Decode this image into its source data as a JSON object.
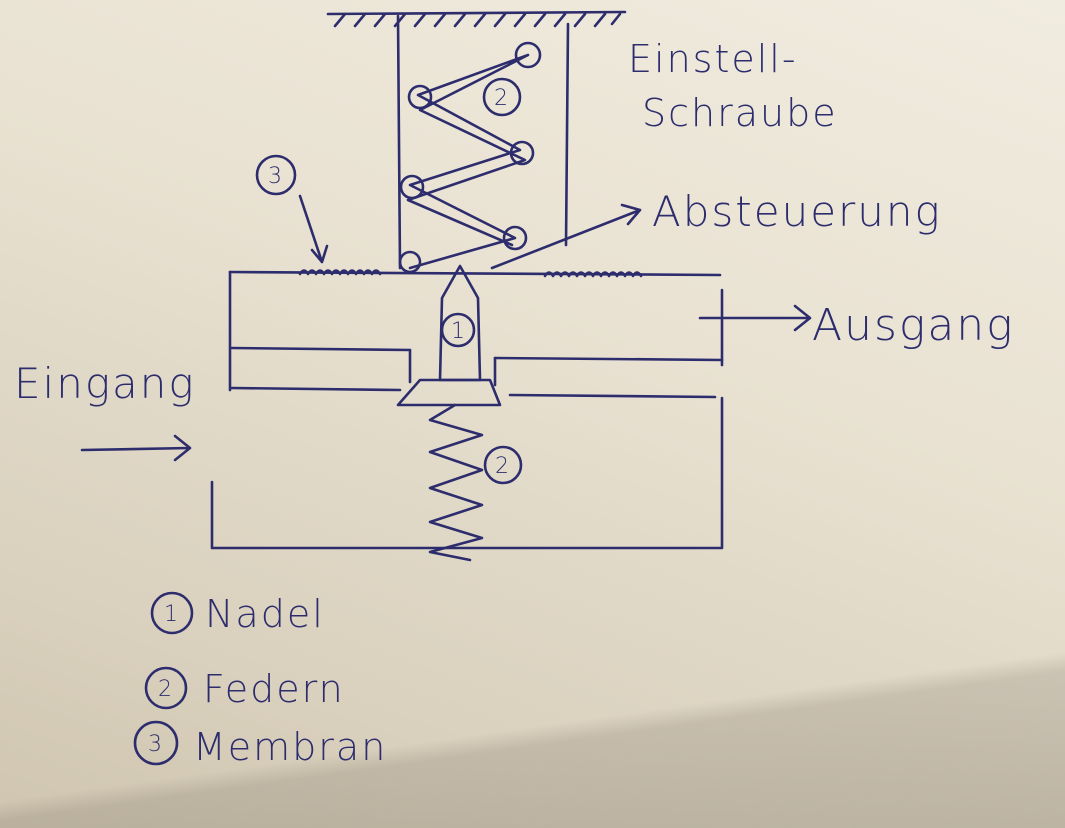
{
  "labels": {
    "adjust_screw_line1": "Einstell-",
    "adjust_screw_line2": "Schraube",
    "control": "Absteuerung",
    "output": "Ausgang",
    "input": "Eingang"
  },
  "callouts": {
    "upper_spring": "2",
    "membrane": "3",
    "needle": "1",
    "lower_spring": "2"
  },
  "legend": [
    {
      "number": "1",
      "label": "Nadel"
    },
    {
      "number": "2",
      "label": "Federn"
    },
    {
      "number": "3",
      "label": "Membran"
    }
  ],
  "colors": {
    "ink": "#2d2d6e",
    "paper": "#ece6d8"
  }
}
